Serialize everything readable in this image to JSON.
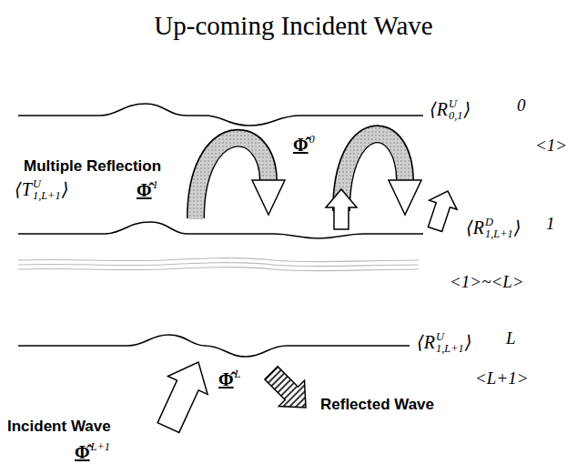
{
  "diagram": {
    "title": "Up-coming Incident Wave",
    "labels": [
      "⟨R",
      "U",
      "0,1",
      "⟩",
      "0",
      "<1>",
      "Φ̂",
      "0",
      "Multiple Reflection",
      "⟨T",
      "U",
      "1,L+1",
      "⟩",
      "Φ̂",
      "1",
      "⟨R",
      "D",
      "1,L+1",
      "⟩",
      "1",
      "<1>~<L>",
      "⟨R",
      "U",
      "1,L+1",
      "⟩",
      "L",
      "<L+1>",
      "Φ̂",
      "L",
      "Reflected Wave",
      "Incident Wave",
      "Φ̂",
      "L+1"
    ]
  }
}
